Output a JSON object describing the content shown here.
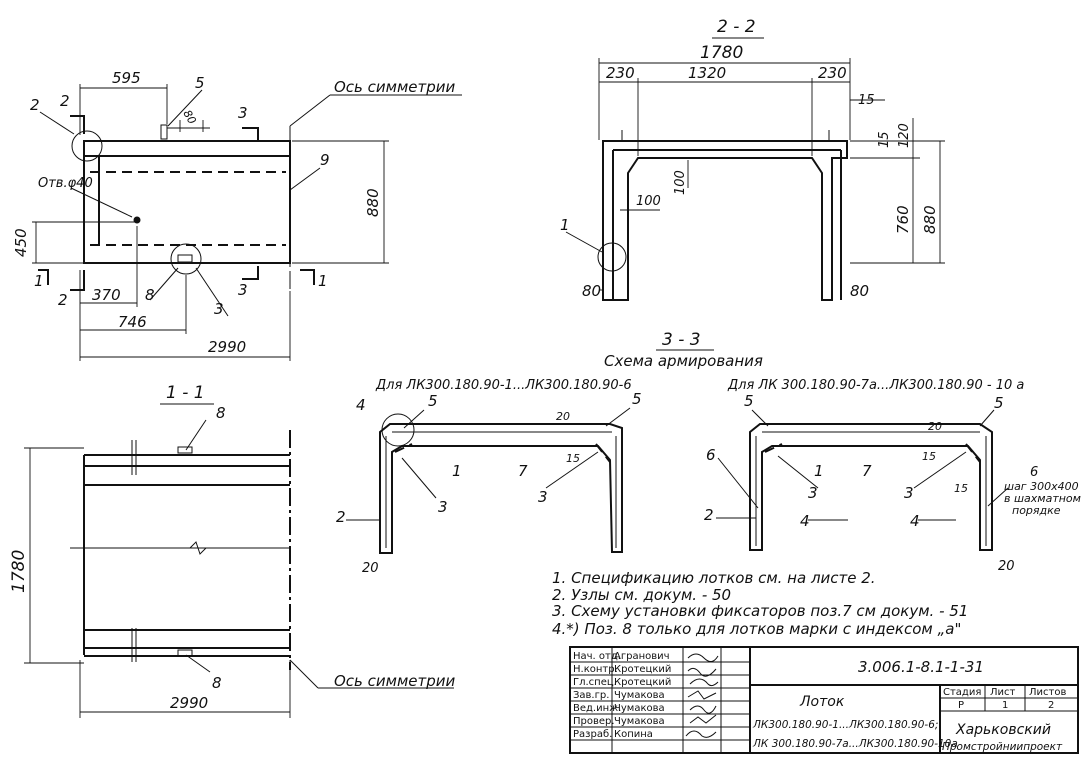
{
  "views": {
    "plan": {
      "dim_595": "595",
      "dim_450": "450",
      "dim_370": "370",
      "dim_746": "746",
      "dim_2990": "2990",
      "dim_880": "880",
      "dim_80": "80",
      "hole_label": "Отв.φ40",
      "axis_label": "Ось симметрии",
      "cut_2": "2",
      "cut_3": "3",
      "cut_1": "1",
      "pos_2": "2",
      "pos_3": "3",
      "pos_5": "5",
      "pos_8": "8",
      "pos_9": "9"
    },
    "section_22": {
      "title": "2 - 2",
      "dim_1780": "1780",
      "dim_230a": "230",
      "dim_1320": "1320",
      "dim_230b": "230",
      "dim_15a": "15",
      "dim_15b": "15",
      "dim_120": "120",
      "dim_100a": "100",
      "dim_100b": "100",
      "dim_760": "760",
      "dim_880": "880",
      "dim_80a": "80",
      "dim_80b": "80",
      "pos_1": "1"
    },
    "section_11": {
      "title": "1 - 1",
      "dim_1780": "1780",
      "dim_2990": "2990",
      "pos_8a": "8",
      "pos_8b": "8",
      "axis_label": "Ось симметрии"
    },
    "section_33": {
      "title": "3 - 3",
      "subtitle": "Схема армирования",
      "left_caption": "Для ЛК300.180.90-1...ЛК300.180.90-6",
      "right_caption": "Для ЛК 300.180.90-7а...ЛК300.180.90 - 10 а",
      "labels_left": [
        "4",
        "5",
        "5",
        "1",
        "7",
        "3",
        "3",
        "2",
        "20",
        "20",
        "15"
      ],
      "labels_right": [
        "5",
        "5",
        "6",
        "1",
        "7",
        "3",
        "3",
        "2",
        "4",
        "4",
        "20",
        "15",
        "15",
        "20"
      ],
      "note_6": [
        "6",
        "шаг 300х400",
        "в шахматном",
        "порядке"
      ]
    }
  },
  "notes": [
    "1. Спецификацию лотков см. на листе 2.",
    "2. Узлы см. докум. - 50",
    "3. Схему установки фиксаторов поз.7 см докум. - 51",
    "4.*) Поз. 8 только для лотков марки с индексом „а\""
  ],
  "title_block": {
    "doc_number": "3.006.1-8.1-1-31",
    "roles": [
      "Нач. отд.",
      "Н.контр.",
      "Гл.спец.",
      "Зав.гр.",
      "Вед.инж.",
      "Провер.",
      "Разраб."
    ],
    "names": [
      "Агранович",
      "Кротецкий",
      "Кротецкий",
      "Чумакова",
      "Чумакова",
      "Чумакова",
      "Копина"
    ],
    "product": "Лоток",
    "marks_1": "ЛК300.180.90-1...ЛК300.180.90-6;",
    "marks_2": "ЛК 300.180.90-7а...ЛК300.180.90-10а",
    "col_stage": "Стадия",
    "col_sheet": "Лист",
    "col_sheets": "Листов",
    "val_stage": "Р",
    "val_sheet": "1",
    "val_sheets": "2",
    "org_1": "Харьковский",
    "org_2": "Промстройниипроект"
  }
}
